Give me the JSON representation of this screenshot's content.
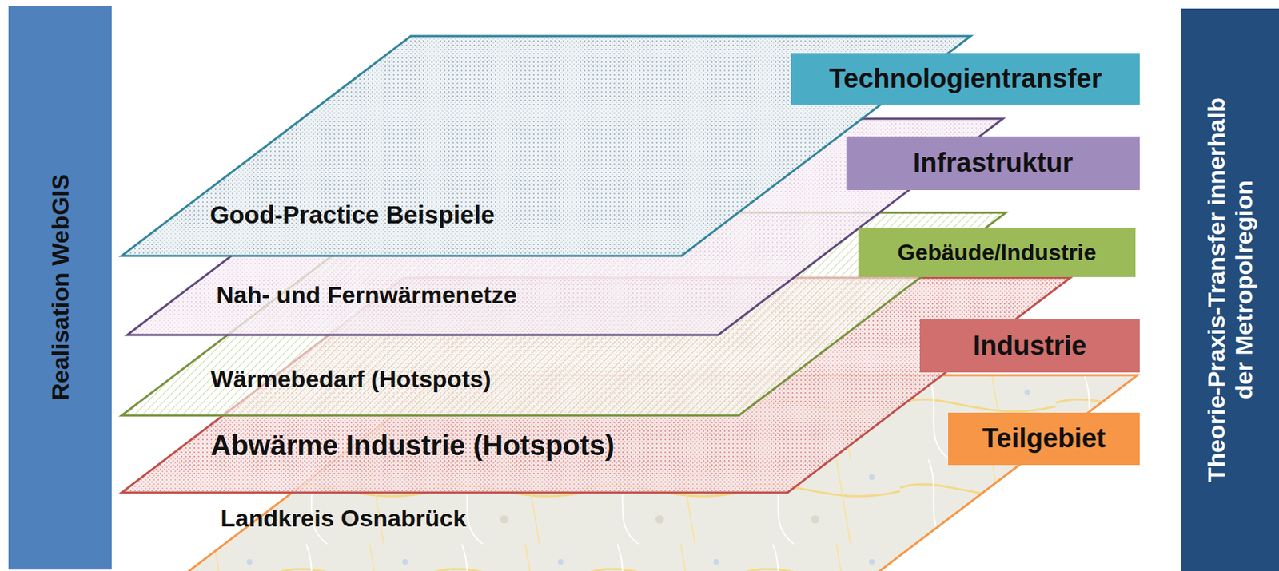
{
  "diagram": {
    "nodes": [
      {
        "text": [
          "Realisation WebGIS"
        ]
      },
      {
        "text": [
          "Landkreis Osnabrück"
        ]
      },
      {
        "text": [
          "Abwärme Industrie (Hotspots)"
        ]
      },
      {
        "text": [
          "Wärmebedarf (Hotspots)"
        ]
      },
      {
        "text": [
          "Nah- und Fernwärmenetze"
        ]
      },
      {
        "text": [
          "Good-Practice Beispiele"
        ]
      },
      {
        "text": [
          "Technologientransfer"
        ]
      },
      {
        "text": [
          "Infrastruktur"
        ]
      },
      {
        "text": [
          "Gebäude/Industrie"
        ]
      },
      {
        "text": [
          "Industrie"
        ]
      },
      {
        "text": [
          "Teilgebiet"
        ]
      },
      {
        "text": [
          "Theorie-Praxis-Transfer innerhalb der Metropolregion"
        ]
      }
    ]
  }
}
